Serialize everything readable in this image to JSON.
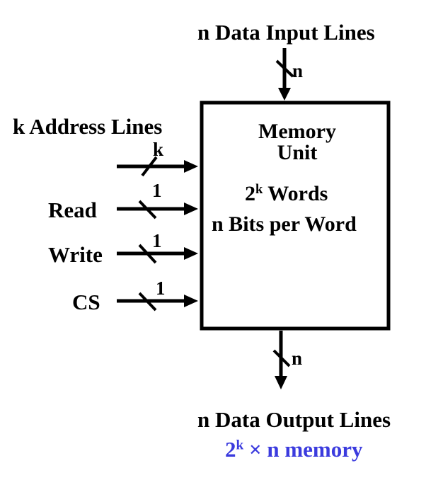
{
  "colors": {
    "line": "#000000",
    "caption": "#3b3bde"
  },
  "inputs": {
    "data_label": "n Data Input Lines",
    "data_width": "n",
    "address_label": "k Address Lines",
    "address_width": "k",
    "read_label": "Read",
    "read_width": "1",
    "write_label": "Write",
    "write_width": "1",
    "cs_label": "CS",
    "cs_width": "1"
  },
  "unit": {
    "title_line1": "Memory",
    "title_line2": "Unit",
    "words_base": "2",
    "words_exp": "k",
    "words_suffix": " Words",
    "bits_per_word": "n Bits per Word"
  },
  "outputs": {
    "data_label": "n Data Output Lines",
    "data_width": "n"
  },
  "caption": {
    "base": "2",
    "exp": "k",
    "suffix": " × n memory"
  }
}
